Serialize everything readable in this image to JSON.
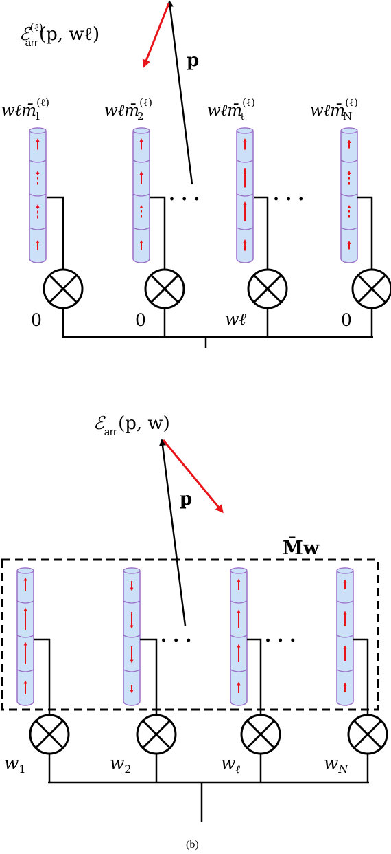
{
  "panel_top": {
    "energy_label": {
      "base": "ℰ",
      "sup": "(ℓ)",
      "sub": "arr",
      "args": "(p, wℓ)"
    },
    "p_label": "p",
    "element_labels": [
      {
        "main": "wℓm̄",
        "sup": "(ℓ)",
        "sub": "1"
      },
      {
        "main": "wℓm̄",
        "sup": "(ℓ)",
        "sub": "2"
      },
      {
        "main": "wℓm̄",
        "sup": "(ℓ)",
        "sub": "ℓ"
      },
      {
        "main": "wℓm̄",
        "sup": "(ℓ)",
        "sub": "N"
      }
    ],
    "weights": [
      "0",
      "0",
      "wℓ",
      "0"
    ],
    "ellipsis": "· · ·"
  },
  "panel_bottom": {
    "energy_label": {
      "base": "ℰ",
      "sub": "arr",
      "args": "(p, w)"
    },
    "p_label": "p",
    "box_label": "M̄w",
    "weights": [
      {
        "main": "w",
        "sub": "1"
      },
      {
        "main": "w",
        "sub": "2"
      },
      {
        "main": "w",
        "sub": "ℓ"
      },
      {
        "main": "w",
        "sub": "N"
      }
    ],
    "ellipsis": "· · ·",
    "caption": "(b)"
  },
  "colors": {
    "cylinder_fill": "#cce0f7",
    "cylinder_stroke": "#9b6fc9",
    "arrow_red": "#e8141a",
    "ink": "#000000"
  }
}
